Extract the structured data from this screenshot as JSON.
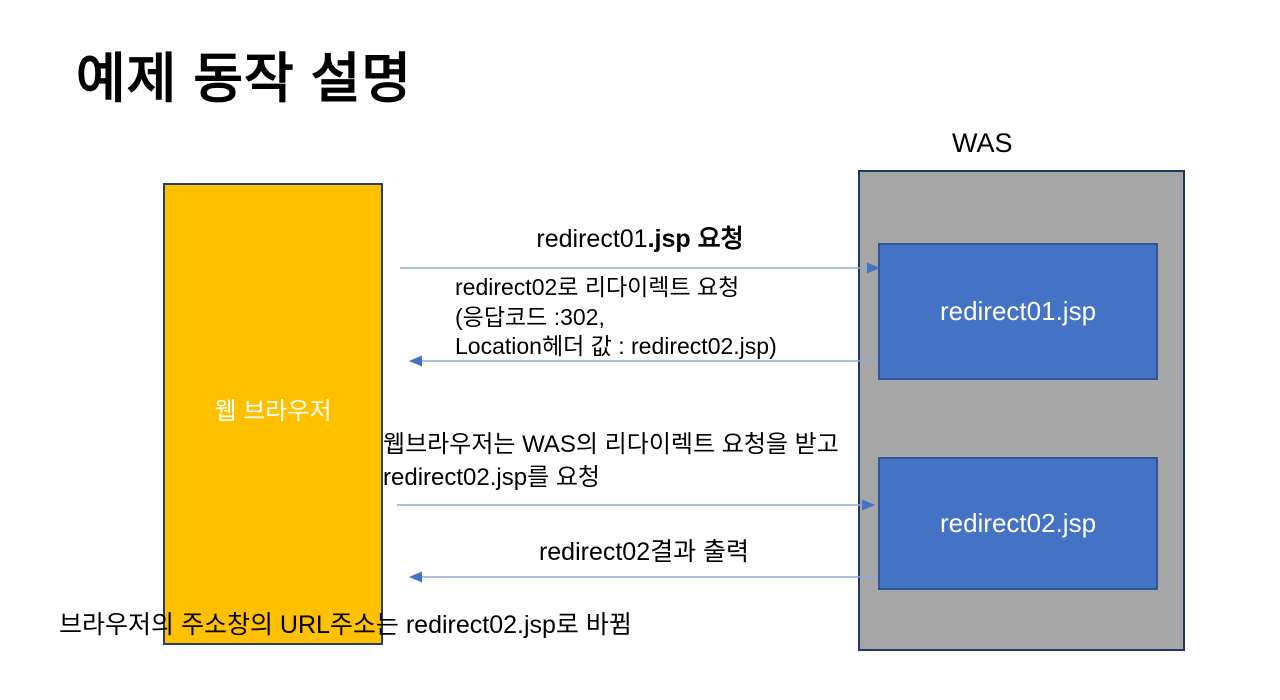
{
  "title": "예제 동작 설명",
  "browser": {
    "label": "웹 브라우저"
  },
  "was": {
    "label": "WAS",
    "components": [
      {
        "label": "redirect01.jsp"
      },
      {
        "label": "redirect02.jsp"
      }
    ]
  },
  "flows": [
    {
      "direction": "right",
      "label_prefix": "redirect01",
      "label_suffix": ".jsp 요청"
    },
    {
      "direction": "left",
      "line1": "redirect02로 리다이렉트 요청",
      "line2": "(응답코드 :302,",
      "line3": "Location헤더 값 : redirect02.jsp)"
    },
    {
      "direction": "right",
      "line1": "웹브라우저는 WAS의 리다이렉트 요청을 받고",
      "line2": "redirect02.jsp를 요청"
    },
    {
      "direction": "left",
      "label": "redirect02결과 출력"
    }
  ],
  "footnote": "브라우저의 주소창의 URL주소는 redirect02.jsp로 바뀜",
  "colors": {
    "browser_fill": "#FFC000",
    "was_fill": "#A6A6A6",
    "jsp_fill": "#4472C4",
    "arrow_line": "#8FAADC",
    "arrow_head": "#4472C4"
  }
}
